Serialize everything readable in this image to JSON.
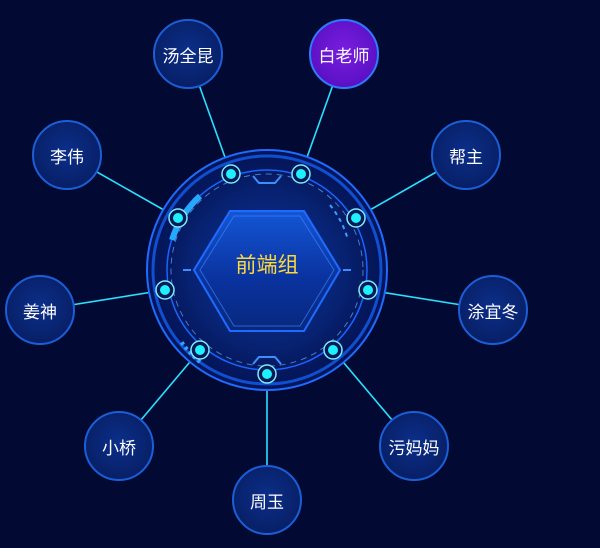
{
  "center": {
    "label": "前端组"
  },
  "members": [
    {
      "id": "tangquankun",
      "label": "汤全昆",
      "active": false
    },
    {
      "id": "bailaoshi",
      "label": "白老师",
      "active": true
    },
    {
      "id": "bangzhu",
      "label": "帮主",
      "active": false
    },
    {
      "id": "tuyidong",
      "label": "涂宜冬",
      "active": false
    },
    {
      "id": "wumama",
      "label": "污妈妈",
      "active": false
    },
    {
      "id": "zhouyu",
      "label": "周玉",
      "active": false
    },
    {
      "id": "xiaoqiao",
      "label": "小桥",
      "active": false
    },
    {
      "id": "jiangshen",
      "label": "姜神",
      "active": false
    },
    {
      "id": "liwei",
      "label": "李伟",
      "active": false
    }
  ],
  "colors": {
    "background": "#020a33",
    "link": "#29e0ff",
    "node_border": "#1a5fd8",
    "node_fill": "#082068",
    "active_fill": "#5a10c4",
    "center_text": "#ffd83a"
  }
}
